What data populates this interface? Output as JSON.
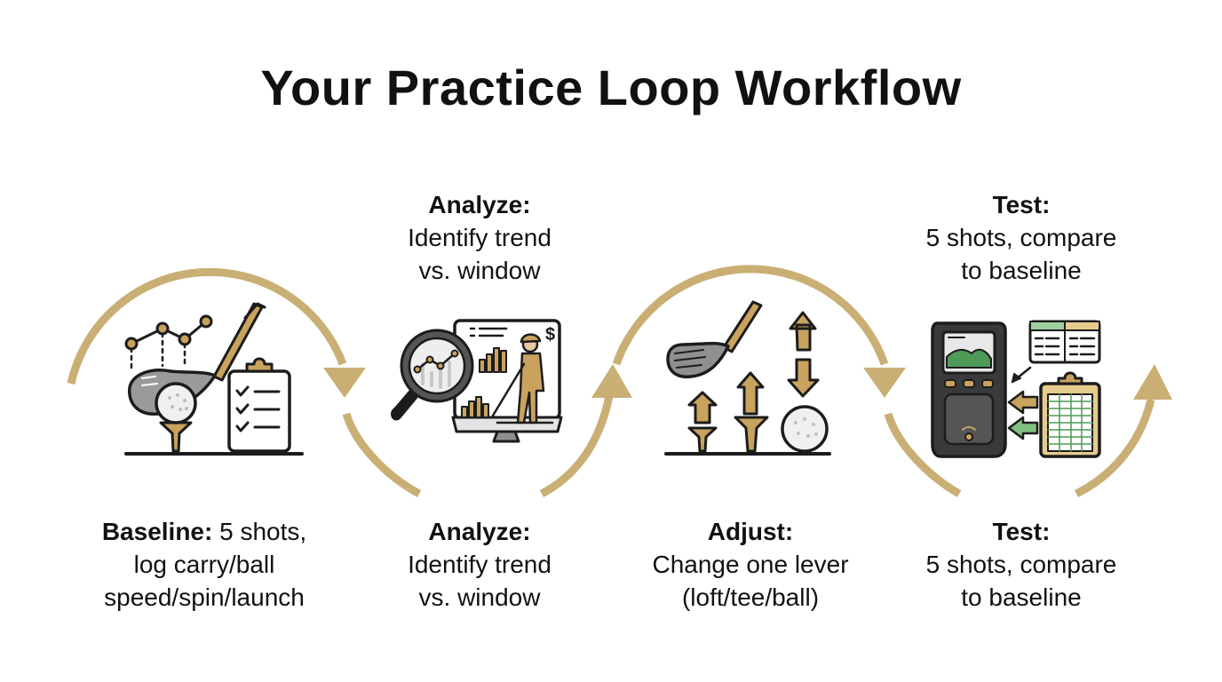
{
  "title": "Your Practice Loop Workflow",
  "colors": {
    "arrow": "#C9AF74",
    "outline": "#1c1c1c",
    "gold": "#C9A35E",
    "gray": "#8f8f8f",
    "light_gray": "#e4e4e4",
    "green": "#4E9A57",
    "white": "#ffffff"
  },
  "top_labels": {
    "analyze": {
      "heading": "Analyze:",
      "line1": "Identify trend",
      "line2": "vs. window"
    },
    "test": {
      "heading": "Test:",
      "line1": "5 shots, compare",
      "line2": "to baseline"
    }
  },
  "steps": [
    {
      "id": "baseline",
      "heading": "Baseline:",
      "heading_suffix": " 5 shots,",
      "line1": "log carry/ball",
      "line2": "speed/spin/launch",
      "icon": "club-ball-tee-clipboard-chart-icon"
    },
    {
      "id": "analyze",
      "heading": "Analyze:",
      "line1": "Identify trend",
      "line2": "vs. window",
      "icon": "magnifier-monitor-golfer-icon"
    },
    {
      "id": "adjust",
      "heading": "Adjust:",
      "line1": "Change one lever",
      "line2": "(loft/tee/ball)",
      "icon": "club-tees-ball-arrows-icon"
    },
    {
      "id": "test",
      "heading": "Test:",
      "line1": "5 shots, compare",
      "line2": "to baseline",
      "icon": "launch-monitor-table-clipboard-icon"
    }
  ]
}
